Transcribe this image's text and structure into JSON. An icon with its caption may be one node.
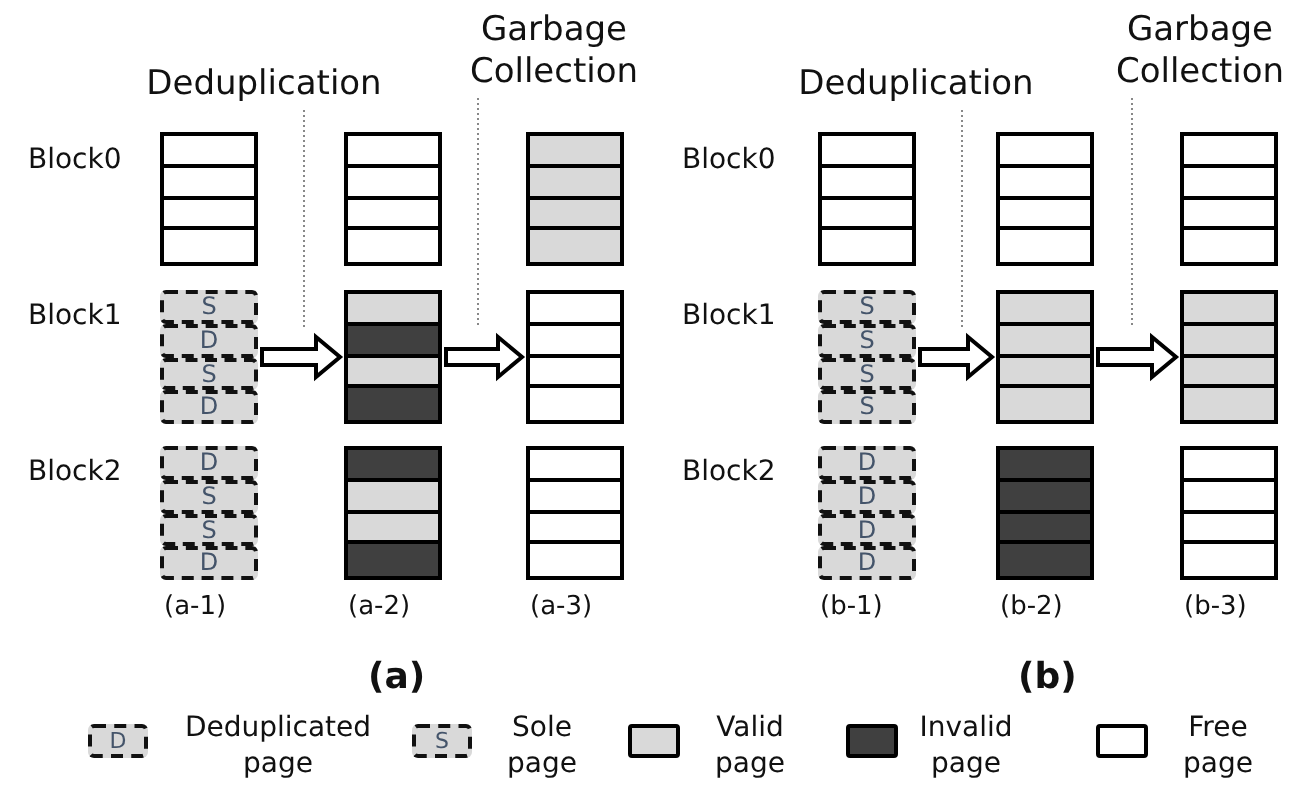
{
  "diagram": {
    "nodes": [
      {
        "text": [
          "Deduplication"
        ]
      },
      {
        "text": [
          "Garbage Collection"
        ]
      },
      {
        "text": [
          "Deduplication"
        ]
      },
      {
        "text": [
          "Garbage Collection"
        ]
      },
      {
        "text": [],
        "shape": "box"
      },
      {
        "text": [],
        "shape": "box"
      },
      {
        "text": [
          "S"
        ],
        "in": 5
      },
      {
        "text": [
          "D"
        ],
        "in": 5
      },
      {
        "text": [
          "S"
        ],
        "in": 5
      },
      {
        "text": [
          "D"
        ],
        "in": 5
      },
      {
        "text": [],
        "shape": "box"
      },
      {
        "text": [
          "D"
        ],
        "in": 10
      },
      {
        "text": [
          "S"
        ],
        "in": 10
      },
      {
        "text": [
          "S"
        ],
        "in": 10
      },
      {
        "text": [
          "D"
        ],
        "in": 10
      },
      {
        "text": [],
        "shape": "box"
      },
      {
        "text": [],
        "shape": "box"
      },
      {
        "text": [],
        "shape": "box"
      },
      {
        "text": [],
        "shape": "box"
      },
      {
        "text": [],
        "shape": "box"
      },
      {
        "text": [],
        "shape": "box"
      },
      {
        "text": [],
        "shape": "box"
      },
      {
        "text": [],
        "shape": "box"
      },
      {
        "text": [
          "S"
        ],
        "in": 22
      },
      {
        "text": [
          "S"
        ],
        "in": 22
      },
      {
        "text": [
          "S"
        ],
        "in": 22
      },
      {
        "text": [
          "S"
        ],
        "in": 22
      },
      {
        "text": [],
        "shape": "box"
      },
      {
        "text": [
          "D"
        ],
        "in": 27
      },
      {
        "text": [
          "D"
        ],
        "in": 27
      },
      {
        "text": [
          "D"
        ],
        "in": 27
      },
      {
        "text": [
          "D"
        ],
        "in": 27
      },
      {
        "text": [],
        "shape": "box"
      },
      {
        "text": [],
        "shape": "box"
      },
      {
        "text": [],
        "shape": "box"
      },
      {
        "text": [],
        "shape": "box"
      },
      {
        "text": [],
        "shape": "box"
      },
      {
        "text": [],
        "shape": "box"
      }
    ],
    "edges": [
      {
        "from": 5,
        "to": 16,
        "arrow": "to"
      },
      {
        "from": 16,
        "to": 19,
        "arrow": "to"
      },
      {
        "from": 22,
        "to": 33,
        "arrow": "to"
      },
      {
        "from": 33,
        "to": 36,
        "arrow": "to"
      },
      {
        "from": 0,
        "to": null,
        "arrow": "none",
        "style": "dashed"
      },
      {
        "from": 1,
        "to": null,
        "arrow": "none",
        "style": "dashed"
      },
      {
        "from": 2,
        "to": null,
        "arrow": "none",
        "style": "dashed"
      },
      {
        "from": 3,
        "to": null,
        "arrow": "none",
        "style": "dashed"
      }
    ],
    "labels": [
      "Block0",
      "Block0",
      "Block1",
      "Block1",
      "Block2",
      "Block2",
      "(a-1)",
      "(a-2)",
      "(a-3)",
      "(b-1)",
      "(b-2)",
      "(b-3)",
      "(a)",
      "(b)",
      "D",
      "S"
    ],
    "legend": [
      {
        "text": "Deduplicated page"
      },
      {
        "text": "Sole page"
      },
      {
        "text": "Valid page",
        "color": "#d9d9d9"
      },
      {
        "text": "Invalid page",
        "color": "#404040"
      },
      {
        "text": "Free page",
        "color": "#ffffff"
      }
    ]
  }
}
